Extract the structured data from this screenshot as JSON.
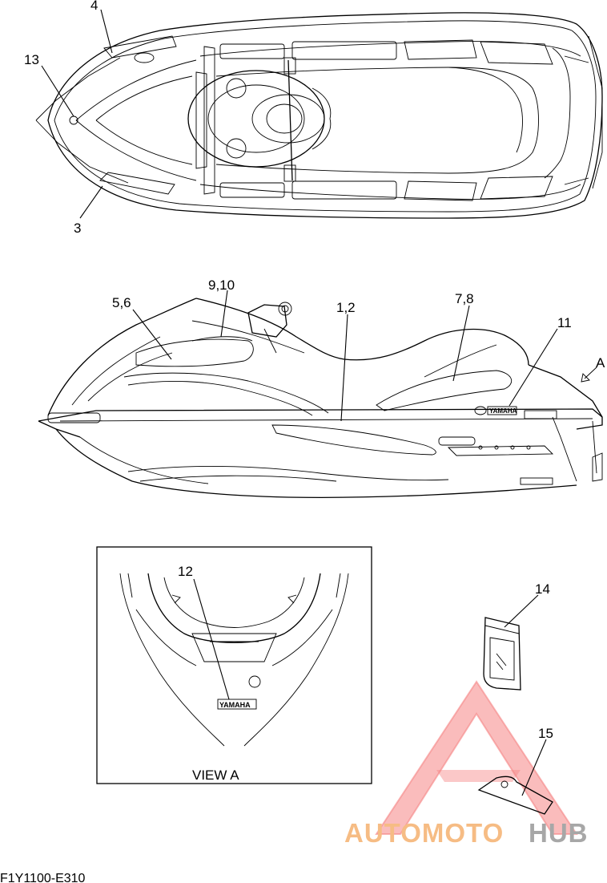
{
  "callouts": {
    "c4": "4",
    "c13": "13",
    "c3": "3",
    "c910": "9,10",
    "c56": "5,6",
    "c12b": "1,2",
    "c78": "7,8",
    "c11": "11",
    "cA": "A",
    "c12": "12",
    "c14": "14",
    "c15": "15"
  },
  "view_a": {
    "title": "VIEW A",
    "badge_text": "YAMAHA"
  },
  "side_logo_text": "YAMAHA",
  "footer": {
    "diagram_code": "F1Y1100-E310"
  },
  "watermark": {
    "part1": "AUTOMOTO",
    "part2": "HUB",
    "color_orange": "#f4a65c",
    "color_gray": "#8a8a8a",
    "color_red": "#f25c5c"
  }
}
